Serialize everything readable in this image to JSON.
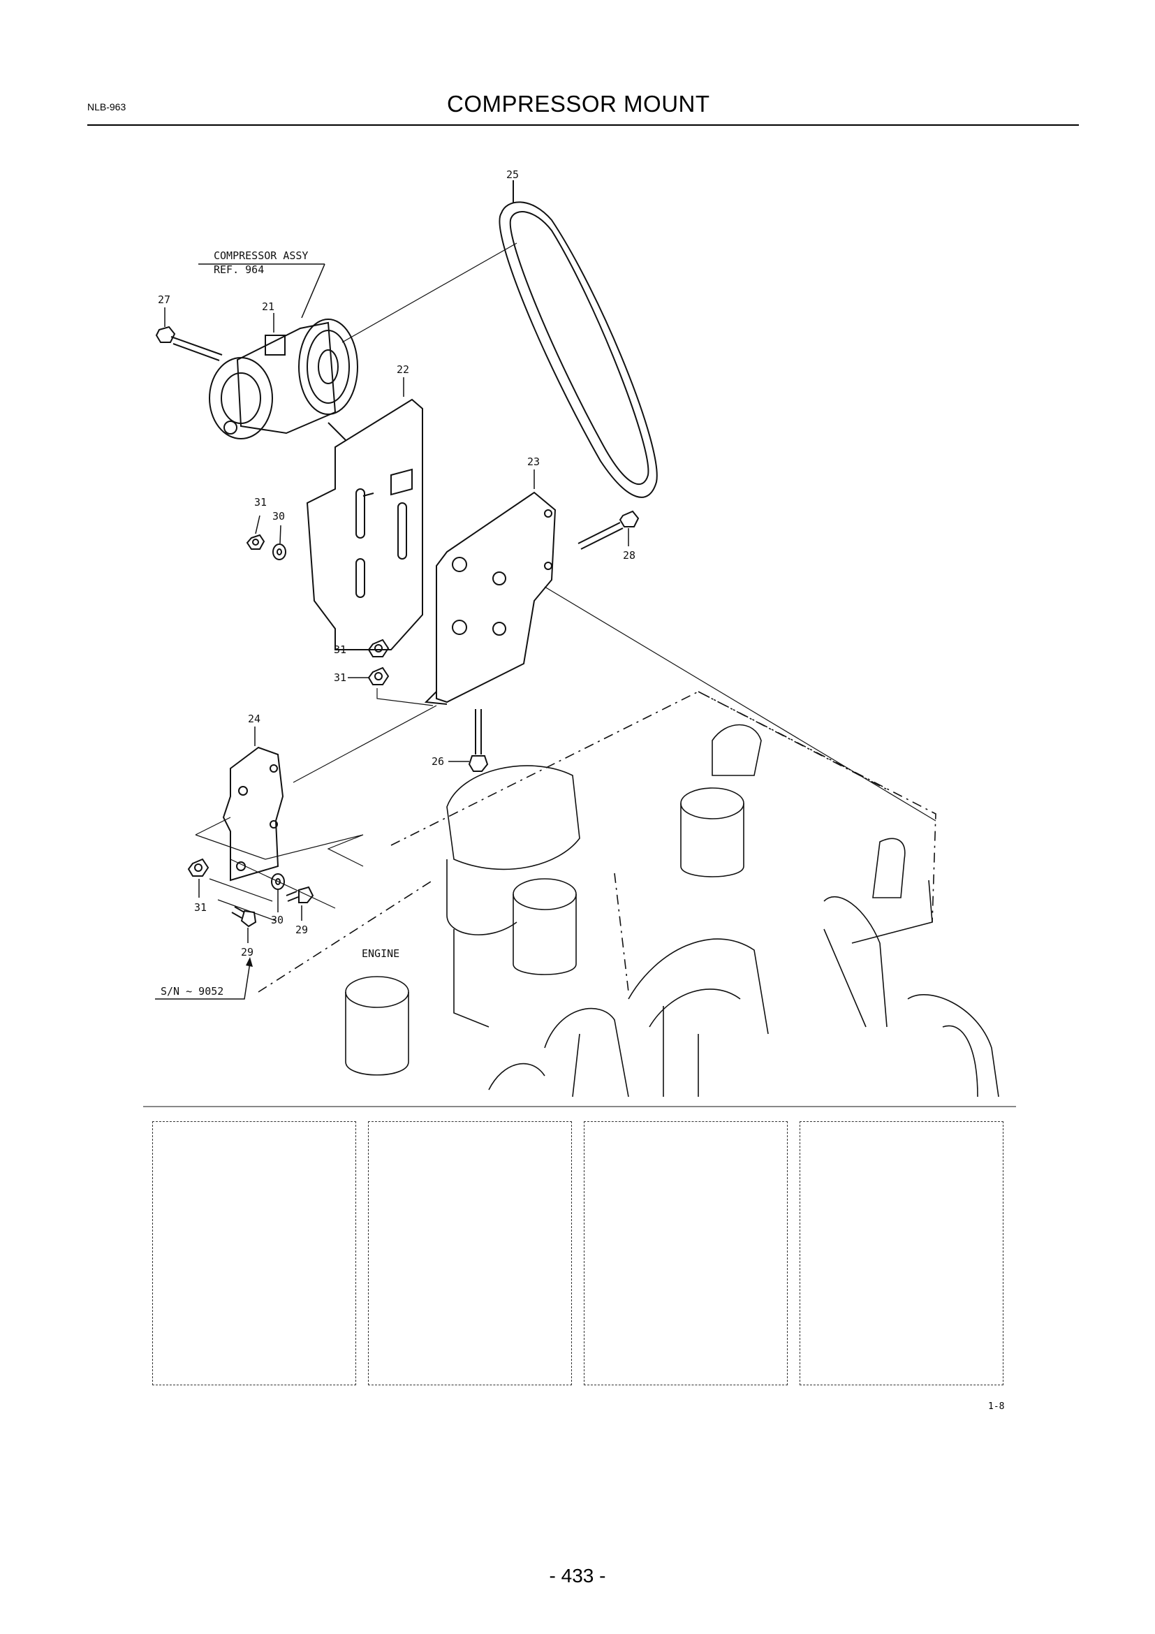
{
  "header": {
    "doc_code": "NLB-963",
    "title": "COMPRESSOR MOUNT"
  },
  "diagram": {
    "callouts": {
      "belt": "25",
      "compressor_ref_line1": "COMPRESSOR ASSY",
      "compressor_ref_line2": "REF. 964",
      "bolt_27": "27",
      "clutch_21": "21",
      "bracket_22": "22",
      "bracket_23": "23",
      "bolt_28": "28",
      "nut_31_a": "31",
      "washer_30_a": "30",
      "nut_31_b": "31",
      "nut_31_c": "31",
      "bracket_24": "24",
      "bolt_26": "26",
      "nut_31_d": "31",
      "washer_30_b": "30",
      "bolt_29_a": "29",
      "bolt_29_b": "29",
      "serial_note": "S/N ~ 9052",
      "engine": "ENGINE"
    }
  },
  "footer": {
    "figure_id": "1-8",
    "page_number": "- 433 -"
  }
}
